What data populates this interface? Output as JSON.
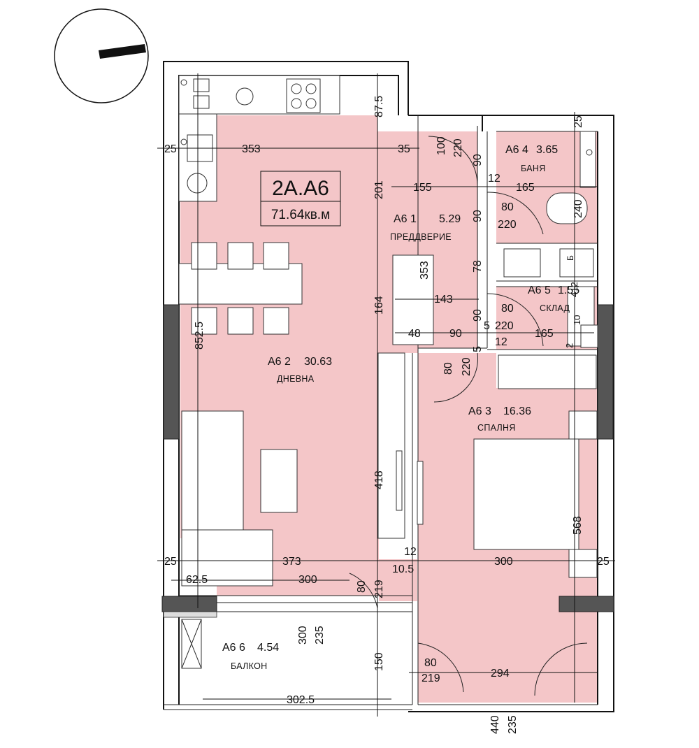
{
  "title": {
    "code": "2A.A6",
    "area": "71.64кв.м"
  },
  "rooms": [
    {
      "id": "A6 1",
      "area": "5.29",
      "name": "ПРЕДДВЕРИЕ"
    },
    {
      "id": "A6 2",
      "area": "30.63",
      "name": "ДНЕВНА"
    },
    {
      "id": "A6 3",
      "area": "16.36",
      "name": "СПАЛНЯ"
    },
    {
      "id": "A6 4",
      "area": "3.65",
      "name": "БАНЯ"
    },
    {
      "id": "A6 5",
      "area": "1.55",
      "name": "СКЛАД"
    },
    {
      "id": "A6 6",
      "area": "4.54",
      "name": "БАЛКОН"
    }
  ],
  "dimensions": {
    "d25_top_left": "25",
    "d353_h": "353",
    "d35": "35",
    "d87_5": "87.5",
    "d201": "201",
    "d100": "100",
    "d220_a": "220",
    "d90_a": "90",
    "d12_a": "12",
    "d155": "155",
    "d165_a": "165",
    "d25_right": "25",
    "d240": "240",
    "d80_a": "80",
    "d220_b": "220",
    "d90_b": "90",
    "d353_v": "353",
    "d78": "78",
    "d143": "143",
    "d90_c": "90",
    "d80_b": "80",
    "d220_c": "220",
    "d164": "164",
    "d48": "48",
    "d90_d": "90",
    "d5_a": "5",
    "d165_b": "165",
    "d12_b": "12",
    "d412": "412",
    "d10": "10",
    "d2": "2",
    "d5_b": "5",
    "d80_c": "80",
    "d220_d": "220",
    "d852_5": "852.5",
    "d418": "418",
    "d568": "568",
    "d25_l": "25",
    "d373": "373",
    "d300_a": "300",
    "d25_r": "25",
    "d12_c": "12",
    "d10_5": "10.5",
    "d62_5": "62.5",
    "d300_b": "300",
    "d80_d": "80",
    "d219_a": "219",
    "d300_v": "300",
    "d235_a": "235",
    "d150": "150",
    "d80_e": "80",
    "d219_b": "219",
    "d294": "294",
    "d302_5": "302.5",
    "d440": "440",
    "d235_b": "235"
  },
  "storage_letter": "Б"
}
